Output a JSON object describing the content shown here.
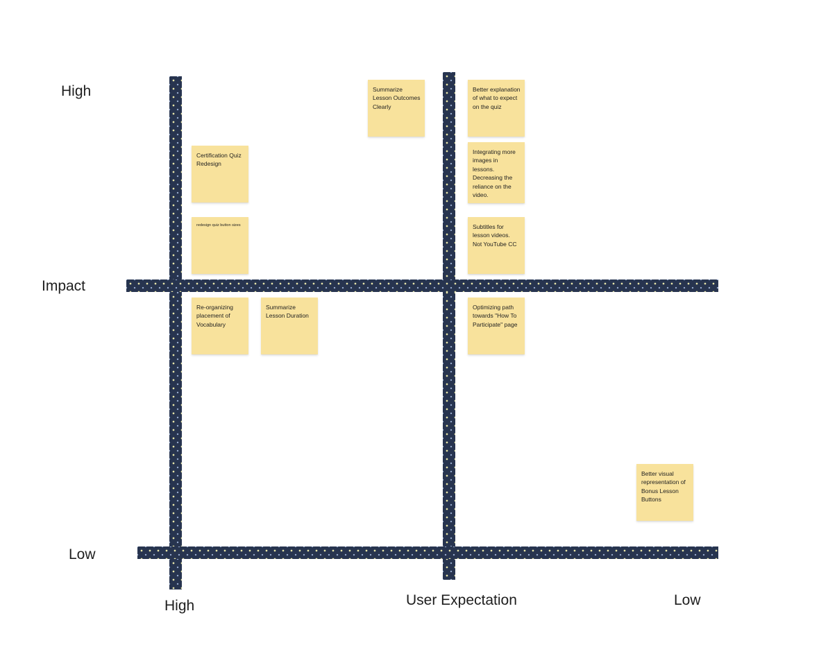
{
  "axes": {
    "y_title": "Impact",
    "y_high": "High",
    "y_low": "Low",
    "x_title": "User Expectation",
    "x_high": "High",
    "x_low": "Low"
  },
  "notes": [
    {
      "text": "Summarize Lesson Outcomes Clearly"
    },
    {
      "text": "Better explanation of what to expect on the quiz"
    },
    {
      "text": "Certification Quiz Redesign"
    },
    {
      "text": "Integrating more images in lessons. Decreasing the reliance on the video."
    },
    {
      "text": "redesign quiz button sizes"
    },
    {
      "text": "Subtitles for lesson videos. Not YouTube CC"
    },
    {
      "text": "Re-organizing placement of Vocabulary"
    },
    {
      "text": "Summarize Lesson Duration"
    },
    {
      "text": "Optimizing path towards \"How To Participate\" page"
    },
    {
      "text": "Better visual representation of Bonus Lesson Buttons"
    }
  ],
  "colors": {
    "sticky": "#f8e29c",
    "tape": "#27344f"
  }
}
